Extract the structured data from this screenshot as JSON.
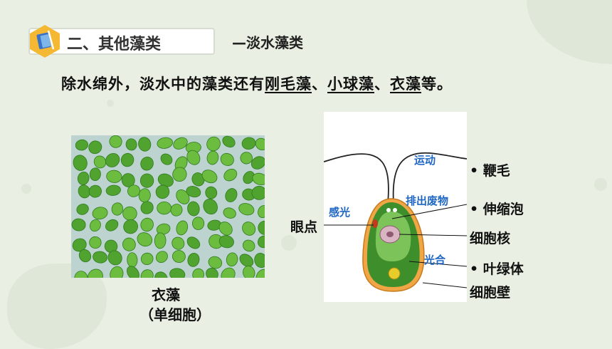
{
  "header": {
    "title": "二、其他藻类",
    "subtitle": "—淡水藻类"
  },
  "sentence": {
    "prefix": "除水绵外，淡水中的藻类还有",
    "items": [
      "刚毛藻",
      "小球藻",
      "衣藻"
    ],
    "sep": "、",
    "suffix": "等。"
  },
  "photo": {
    "caption": "衣藻",
    "caption_sub": "（单细胞）"
  },
  "diagram": {
    "function_labels": {
      "motion": "运动",
      "excretion": "排出废物",
      "light": "感光",
      "photosynthesis": "光合"
    },
    "part_labels": {
      "flagellum": "鞭毛",
      "contractile_vacuole": "伸缩泡",
      "nucleus": "细胞核",
      "chloroplast": "叶绿体",
      "cell_wall": "细胞壁",
      "eyespot": "眼点"
    }
  },
  "colors": {
    "background": "#e9f0e3",
    "accent_hex": "#f5b833",
    "label_blue": "#1f67c2",
    "cell_green": "#3e8f2c"
  }
}
